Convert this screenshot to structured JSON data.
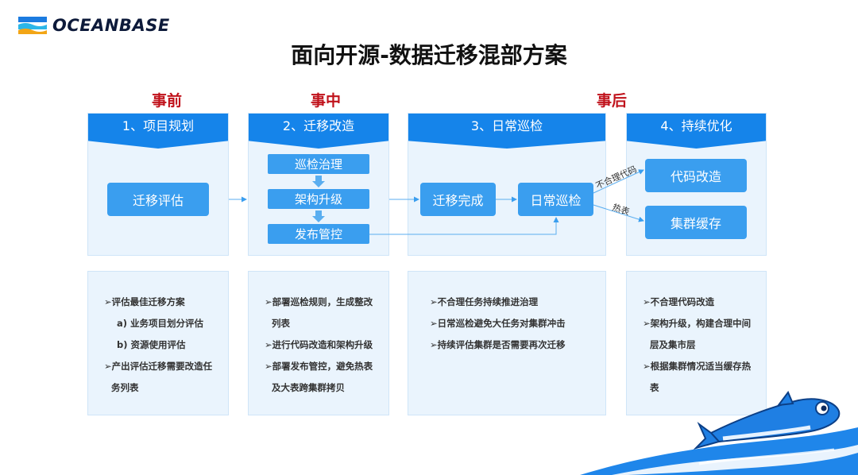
{
  "brand": {
    "name": "OCEANBASE"
  },
  "title": "面向开源-数据迁移混部方案",
  "phases": {
    "before": "事前",
    "during": "事中",
    "after": "事后"
  },
  "columns": {
    "c1": {
      "header": "1、项目规划",
      "boxes": [
        "迁移评估"
      ]
    },
    "c2": {
      "header": "2、迁移改造",
      "boxes": [
        "巡检治理",
        "架构升级",
        "发布管控"
      ]
    },
    "c3": {
      "header": "3、日常巡检",
      "boxes": [
        "迁移完成",
        "日常巡检"
      ]
    },
    "c4": {
      "header": "4、持续优化",
      "boxes": [
        "代码改造",
        "集群缓存"
      ]
    }
  },
  "edge_labels": {
    "unreasonable_code": "不合理代码",
    "hot_table": "热表"
  },
  "details": {
    "c1": [
      "➢评估最佳迁移方案",
      "a) 业务项目划分评估",
      "b) 资源使用评估",
      "➢产出评估迁移需要改造任",
      "务列表"
    ],
    "c2": [
      "➢部署巡检规则，生成整改",
      "列表",
      "➢进行代码改造和架构升级",
      "➢部署发布管控，避免热表",
      "及大表跨集群拷贝"
    ],
    "c3": [
      "➢不合理任务持续推进治理",
      "➢日常巡检避免大任务对集群冲击",
      "➢持续评估集群是否需要再次迁移"
    ],
    "c4": [
      "➢不合理代码改造",
      "➢架构升级，构建合理中间",
      "层及集市层",
      "➢根据集群情况适当缓存热",
      "表"
    ]
  },
  "colors": {
    "header": "#1584ea",
    "box": "#3a9eef",
    "panel": "#eaf4fd",
    "phase": "#c0121b"
  }
}
